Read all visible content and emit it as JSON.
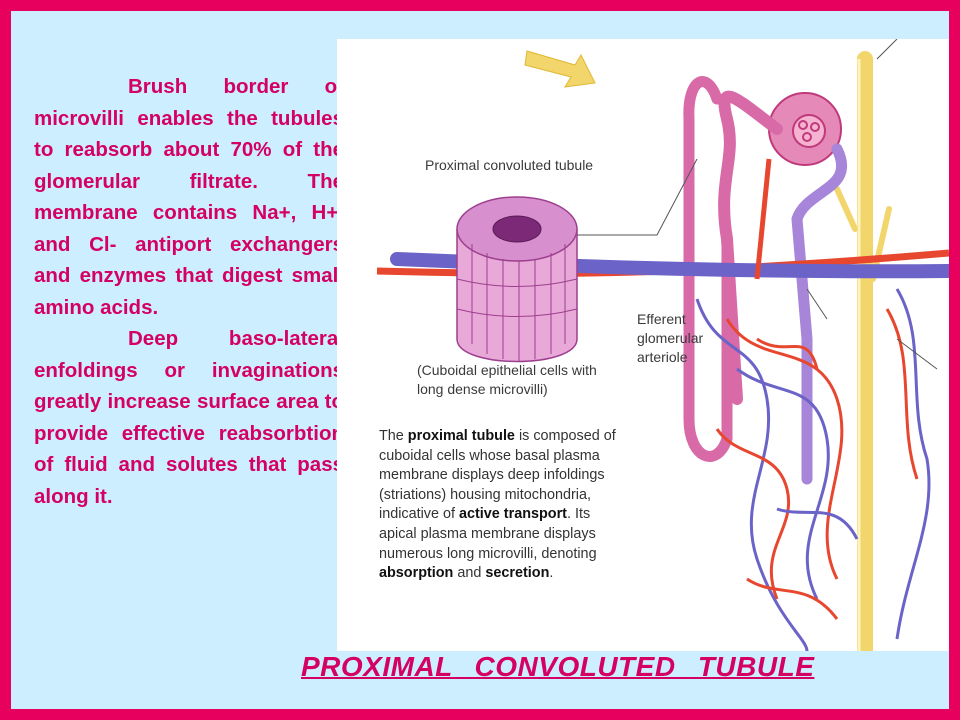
{
  "body_text": {
    "para1": "Brush border of microvilli enables the tubules to reabsorb about 70% of the glomerular filtrate. The membrane contains Na+, H+, and Cl- antiport exchangers and enzymes that digest small amino acids.",
    "para2": "Deep baso-lateral enfoldings or invaginations greatly increase surface area to provide effective reabsorbtion of fluid and solutes that pass along it."
  },
  "figure": {
    "label_pct": "Proximal convoluted tubule",
    "caption_cells_1": "(Cuboidal epithelial cells with",
    "caption_cells_2": "long dense microvilli)",
    "label_efferent_1": "Efferent",
    "label_efferent_2": "glomerular",
    "label_efferent_3": "arteriole",
    "desc_1": "The ",
    "desc_bold_1": "proximal tubule",
    "desc_2": " is composed of cuboidal cells whose basal plasma membrane displays deep infoldings (striations) housing mitochondria, indicative of ",
    "desc_bold_2": "active transport",
    "desc_3": ". Its apical plasma membrane displays numerous long microvilli, denoting ",
    "desc_bold_3": "absorption",
    "desc_4": " and ",
    "desc_bold_4": "secretion",
    "desc_5": "."
  },
  "title": "PROXIMAL CONVOLUTED TUBULE",
  "colors": {
    "border": "#e8005e",
    "background": "#cdeeff",
    "accent_text": "#d40062",
    "artery_red": "#e8472f",
    "vein_blue": "#6b63c7",
    "tubule_pink": "#d96aa8",
    "duct_yellow": "#f2d56b"
  }
}
